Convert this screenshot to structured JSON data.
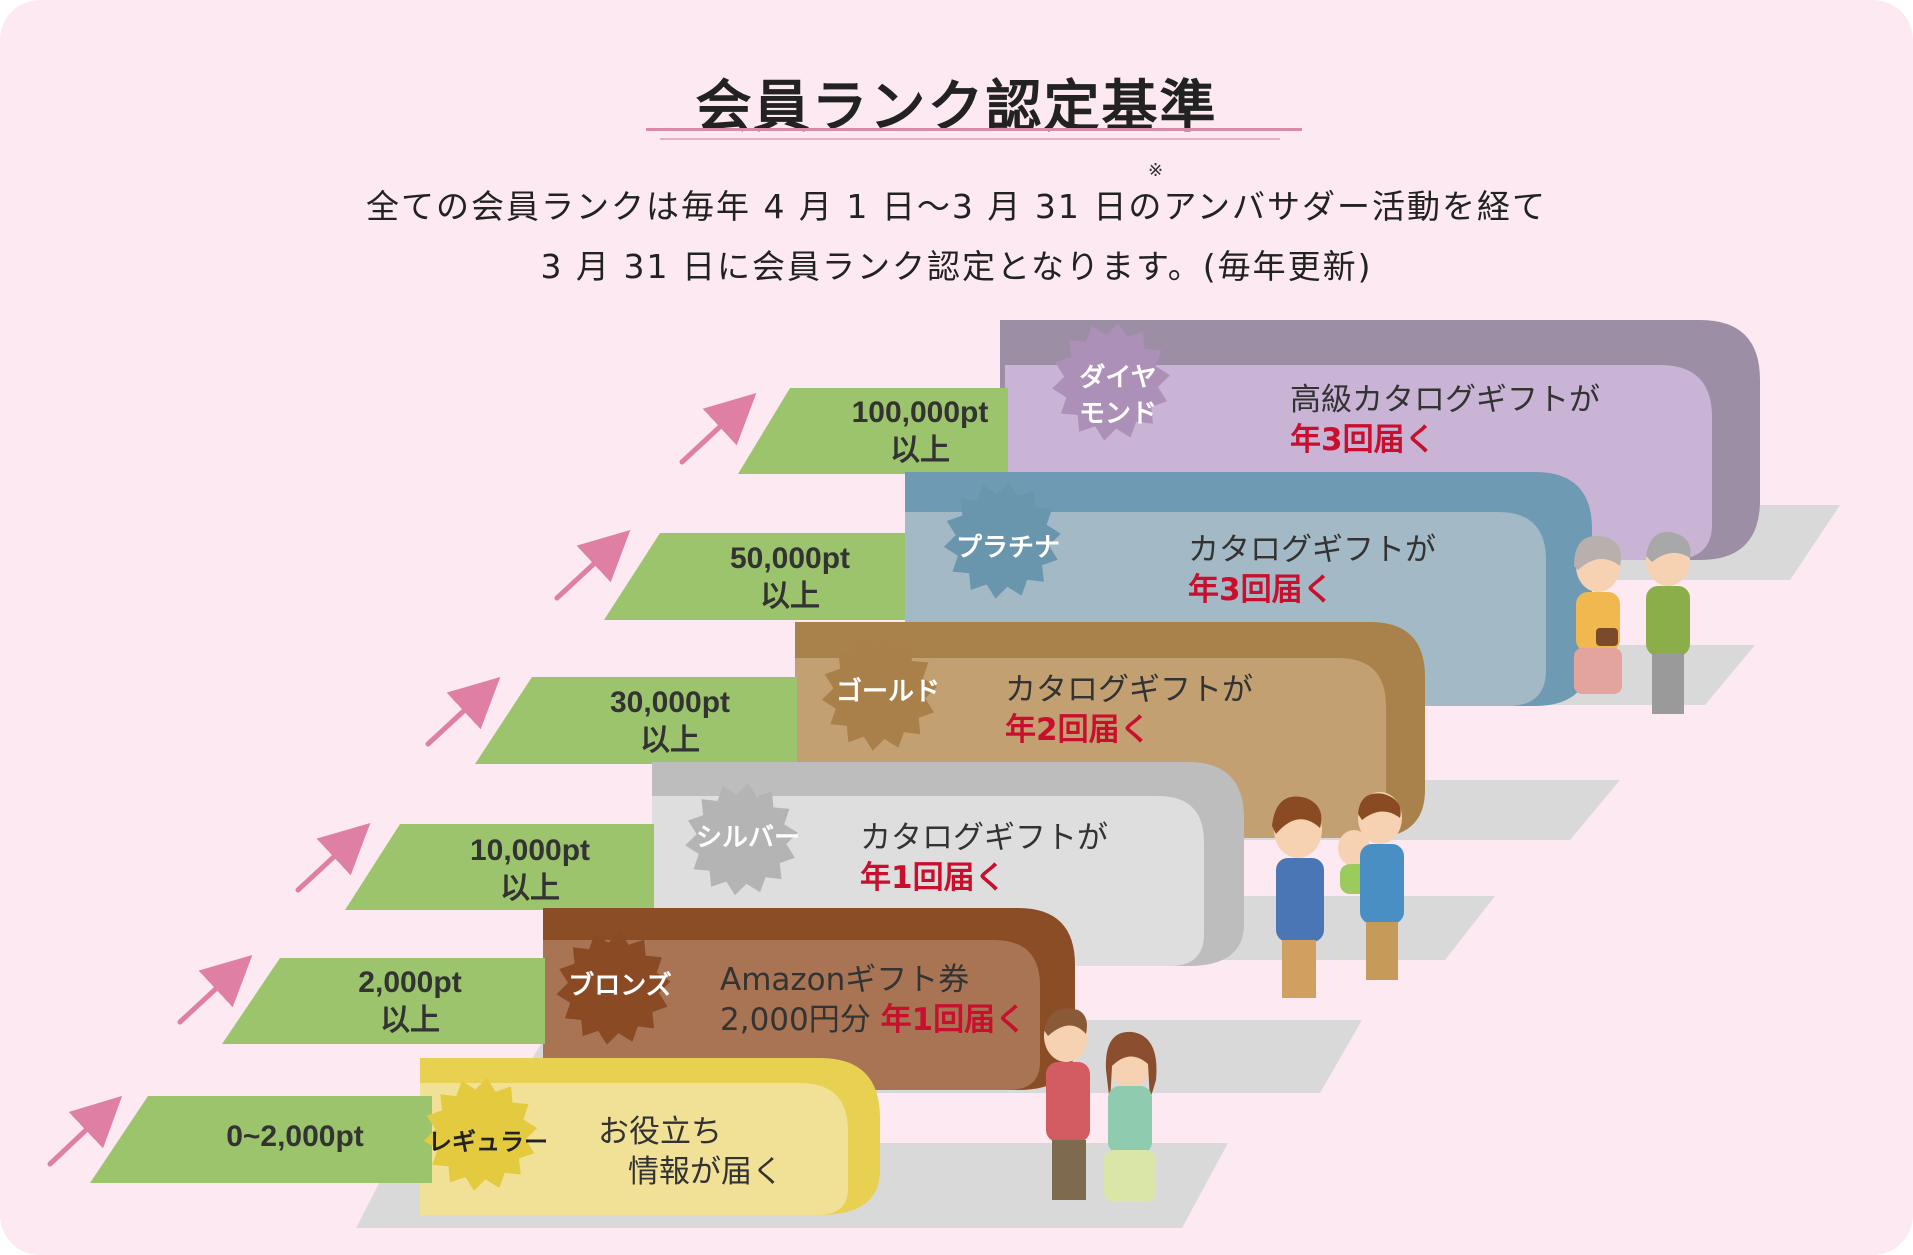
{
  "page": {
    "title": "会員ランク認定基準",
    "note_mark": "※",
    "subtitle_line1": "全ての会員ランクは毎年 4 月 1 日〜3 月 31 日のアンバサダー活動を経て",
    "subtitle_line2": "3 月 31 日に会員ランク認定となります。(毎年更新)"
  },
  "colors": {
    "background": "#fce9f1",
    "points_tag": "#9cc46c",
    "arrow": "#df7fa3",
    "highlight": "#c8102e"
  },
  "ranks": [
    {
      "name": "レギュラー",
      "points": "0~2,000pt",
      "points_line2": "",
      "desc_line1": "お役立ち",
      "desc_line2": "情報が届く",
      "desc_extra": "",
      "highlight": ""
    },
    {
      "name": "ブロンズ",
      "points": "2,000pt",
      "points_line2": "以上",
      "desc_line1": "Amazonギフト券",
      "desc_line2": "2,000円分",
      "desc_extra": "",
      "highlight": "年1回届く"
    },
    {
      "name": "シルバー",
      "points": "10,000pt",
      "points_line2": "以上",
      "desc_line1": "カタログギフトが",
      "desc_line2": "",
      "desc_extra": "",
      "highlight": "年1回届く"
    },
    {
      "name": "ゴールド",
      "points": "30,000pt",
      "points_line2": "以上",
      "desc_line1": "カタログギフトが",
      "desc_line2": "",
      "desc_extra": "",
      "highlight": "年2回届く"
    },
    {
      "name": "プラチナ",
      "points": "50,000pt",
      "points_line2": "以上",
      "desc_line1": "カタログギフトが",
      "desc_line2": "",
      "desc_extra": "",
      "highlight": "年3回届く"
    },
    {
      "name": "ダイヤ",
      "name_line2": "モンド",
      "points": "100,000pt",
      "points_line2": "以上",
      "desc_line1": "高級カタログギフトが",
      "desc_line2": "",
      "desc_extra": "",
      "highlight": "年3回届く"
    }
  ]
}
